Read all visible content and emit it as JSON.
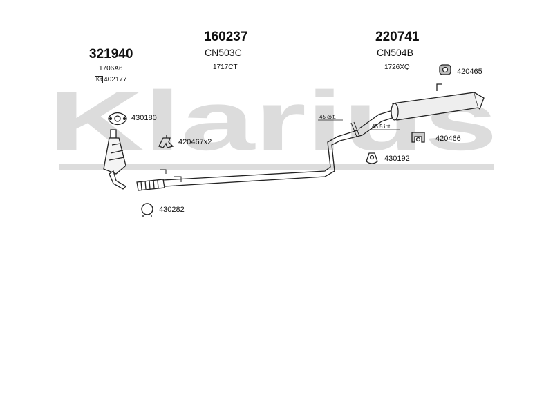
{
  "watermark": {
    "text": "Klarius",
    "color": "#d9d9d9"
  },
  "sections": [
    {
      "id": "front",
      "part_number": "321940",
      "code": "1706A6",
      "kit_icon": "Kit",
      "kit_number": "402177"
    },
    {
      "id": "middle",
      "part_number": "160237",
      "model": "CN503C",
      "code": "1717CT"
    },
    {
      "id": "rear",
      "part_number": "220741",
      "model": "CN504B",
      "code": "1726XQ"
    }
  ],
  "accessories": [
    {
      "id": "430180",
      "label": "430180",
      "icon": "gasket-icon"
    },
    {
      "id": "420467",
      "label": "420467x2",
      "icon": "rubber-mount-icon"
    },
    {
      "id": "430282",
      "label": "430282",
      "icon": "clamp-icon"
    },
    {
      "id": "430192",
      "label": "430192",
      "icon": "rubber-mount-icon"
    },
    {
      "id": "420465",
      "label": "420465",
      "icon": "hanger-icon"
    },
    {
      "id": "420466",
      "label": "420466",
      "icon": "bracket-icon"
    }
  ],
  "dimensions": {
    "ext": "45 ext.",
    "int": "45.5 int."
  },
  "colors": {
    "line": "#222222",
    "muffler_fill": "#eeeeee",
    "pipe_fill": "#ffffff"
  }
}
